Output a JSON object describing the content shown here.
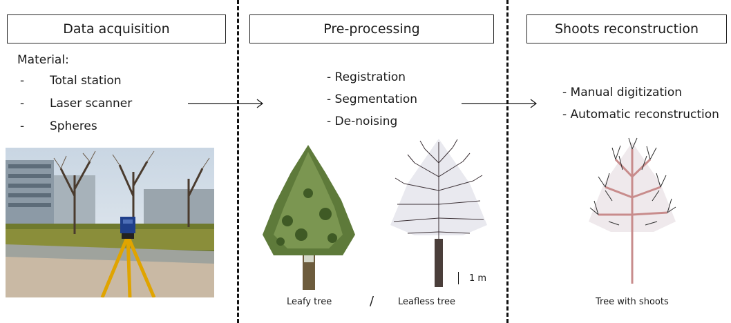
{
  "steps": [
    {
      "title": "Data acquisition"
    },
    {
      "title": "Pre-processing"
    },
    {
      "title": "Shoots reconstruction"
    }
  ],
  "acquisition": {
    "material_label": "Material:",
    "items": [
      {
        "bullet": "-",
        "label": "Total station"
      },
      {
        "bullet": "-",
        "label": "Laser scanner"
      },
      {
        "bullet": "-",
        "label": "Spheres"
      }
    ]
  },
  "preprocessing": {
    "items": [
      "- Registration",
      "- Segmentation",
      "- De-noising"
    ],
    "leafy_caption": "Leafy tree",
    "separator": "/",
    "leafless_caption": "Leafless tree",
    "scale_label": "1 m"
  },
  "reconstruction": {
    "items": [
      "- Manual digitization",
      "- Automatic reconstruction"
    ],
    "caption": "Tree with shoots"
  }
}
